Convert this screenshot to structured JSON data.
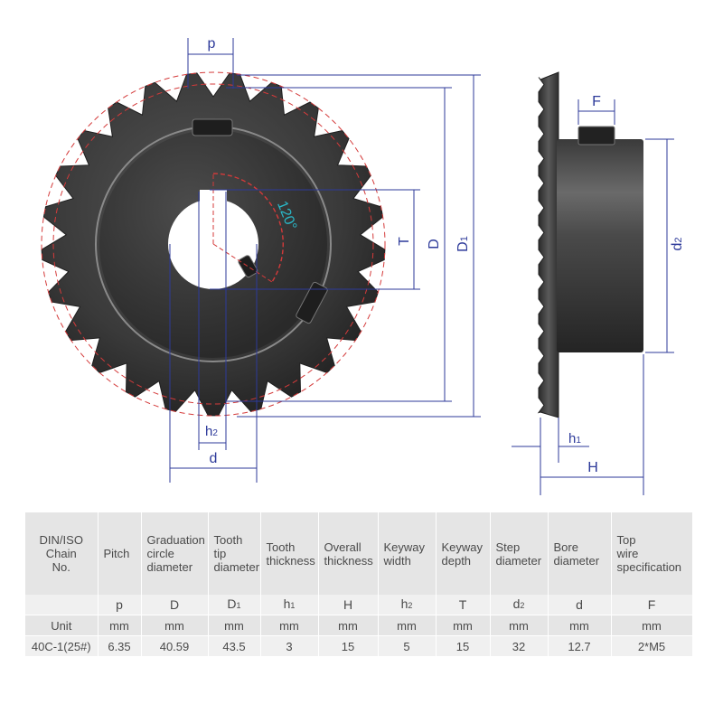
{
  "labels": {
    "pitch": "p",
    "graduation_diameter": "D",
    "tip_diameter": "D",
    "tip_diameter_sub": "1",
    "keyway_depth": "T",
    "keyway_width": "h",
    "keyway_width_sub": "2",
    "bore": "d",
    "angle": "120°",
    "top_wire": "F",
    "step_diameter": "d",
    "step_diameter_sub": "2",
    "tooth_thickness": "h",
    "tooth_thickness_sub": "1",
    "overall_thickness": "H"
  },
  "table": {
    "headers": [
      "DIN/ISO\nChain\nNo.",
      "Pitch",
      "Graduation\ncircle\ndiameter",
      "Tooth\ntip\ndiameter",
      "Tooth\nthickness",
      "Overall\nthickness",
      "Keyway\nwidth",
      "Keyway\ndepth",
      "Step\ndiameter",
      "Bore\ndiameter",
      "Top\nwire\nspecification"
    ],
    "symbols": [
      {
        "main": "",
        "sub": ""
      },
      {
        "main": "p",
        "sub": ""
      },
      {
        "main": "D",
        "sub": ""
      },
      {
        "main": "D",
        "sub": "1"
      },
      {
        "main": "h",
        "sub": "1"
      },
      {
        "main": "H",
        "sub": ""
      },
      {
        "main": "h",
        "sub": "2"
      },
      {
        "main": "T",
        "sub": ""
      },
      {
        "main": "d",
        "sub": "2"
      },
      {
        "main": "d",
        "sub": ""
      },
      {
        "main": "F",
        "sub": ""
      }
    ],
    "unit_row": [
      "Unit",
      "mm",
      "mm",
      "mm",
      "mm",
      "mm",
      "mm",
      "mm",
      "mm",
      "mm",
      "mm"
    ],
    "value_row": [
      "40C-1(25#)",
      "6.35",
      "40.59",
      "43.5",
      "3",
      "15",
      "5",
      "15",
      "32",
      "12.7",
      "2*M5"
    ]
  },
  "colors": {
    "dimension": "#2d3a9a",
    "circle": "#d43a3a",
    "angle": "#2ab8c8",
    "metal_dark": "#2e2e2e",
    "metal_mid": "#4a4a4a",
    "table_dark": "#e5e5e5",
    "table_light": "#f0f0f0"
  }
}
